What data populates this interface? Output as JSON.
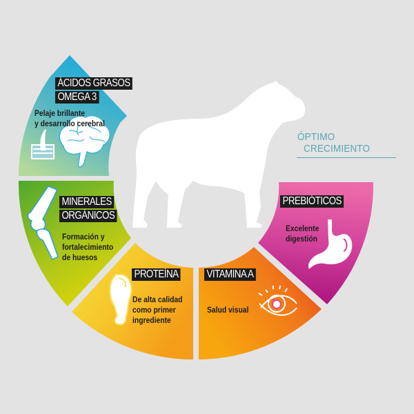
{
  "tagline": {
    "line1": "ÓPTIMO",
    "line2": "CRECIMIENTO",
    "color": "#5aa5b3"
  },
  "center_image": "dog-silhouette",
  "segments": [
    {
      "id": "acidos-grasos",
      "title_line1": "ÁCIDOS GRASOS",
      "title_line2": "OMEGA 3",
      "desc_line1": "Pelaje brillante",
      "desc_line2": "y desarrollo cerebral",
      "icons": [
        "skin-hair-icon",
        "brain-icon"
      ],
      "colors": [
        "#1aa9d6",
        "#a9d59a"
      ]
    },
    {
      "id": "minerales",
      "title_line1": "MINERALES",
      "title_line2": "ORGÁNICOS",
      "desc_line1": "Formación y",
      "desc_line2": "fortalecimiento",
      "desc_line3": "de huesos",
      "icons": [
        "knee-bone-icon"
      ],
      "colors": [
        "#5aaa2e",
        "#d6d20c"
      ]
    },
    {
      "id": "proteina",
      "title_line1": "PROTEÍNA",
      "desc_line1": "De alta calidad",
      "desc_line2": "como primer",
      "desc_line3": "ingrediente",
      "icons": [
        "drumstick-icon"
      ],
      "colors": [
        "#f3e13c",
        "#f5a21a"
      ]
    },
    {
      "id": "vitamina-a",
      "title_line1": "VITAMINA A",
      "desc_line1": "Salud visual",
      "icons": [
        "eye-icon"
      ],
      "colors": [
        "#f7a30f",
        "#e8401e"
      ]
    },
    {
      "id": "prebioticos",
      "title_line1": "PREBIÓTICOS",
      "desc_line1": "Excelente",
      "desc_line2": "digestión",
      "icons": [
        "stomach-icon"
      ],
      "colors": [
        "#e966a6",
        "#b3167f"
      ]
    }
  ]
}
